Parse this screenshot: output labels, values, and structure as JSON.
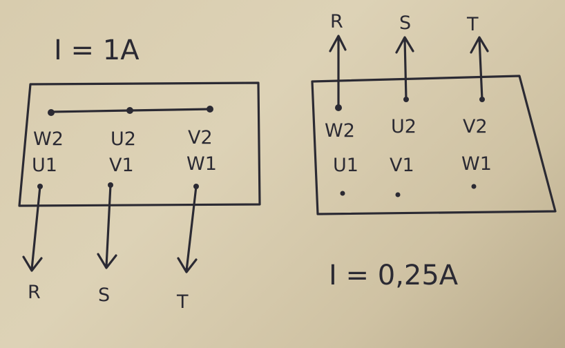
{
  "left_diagram": {
    "current_label": "I = 1A",
    "top_row": [
      "W2",
      "U2",
      "V2"
    ],
    "bottom_row": [
      "U1",
      "V1",
      "W1"
    ],
    "phases": [
      "R",
      "S",
      "T"
    ]
  },
  "right_diagram": {
    "current_label": "I = 0,25A",
    "top_row": [
      "W2",
      "U2",
      "V2"
    ],
    "bottom_row": [
      "U1",
      "V1",
      "W1"
    ],
    "phases": [
      "R",
      "S",
      "T"
    ]
  },
  "colors": {
    "ink": "#2b2a33",
    "paper": "#d8ccae"
  }
}
